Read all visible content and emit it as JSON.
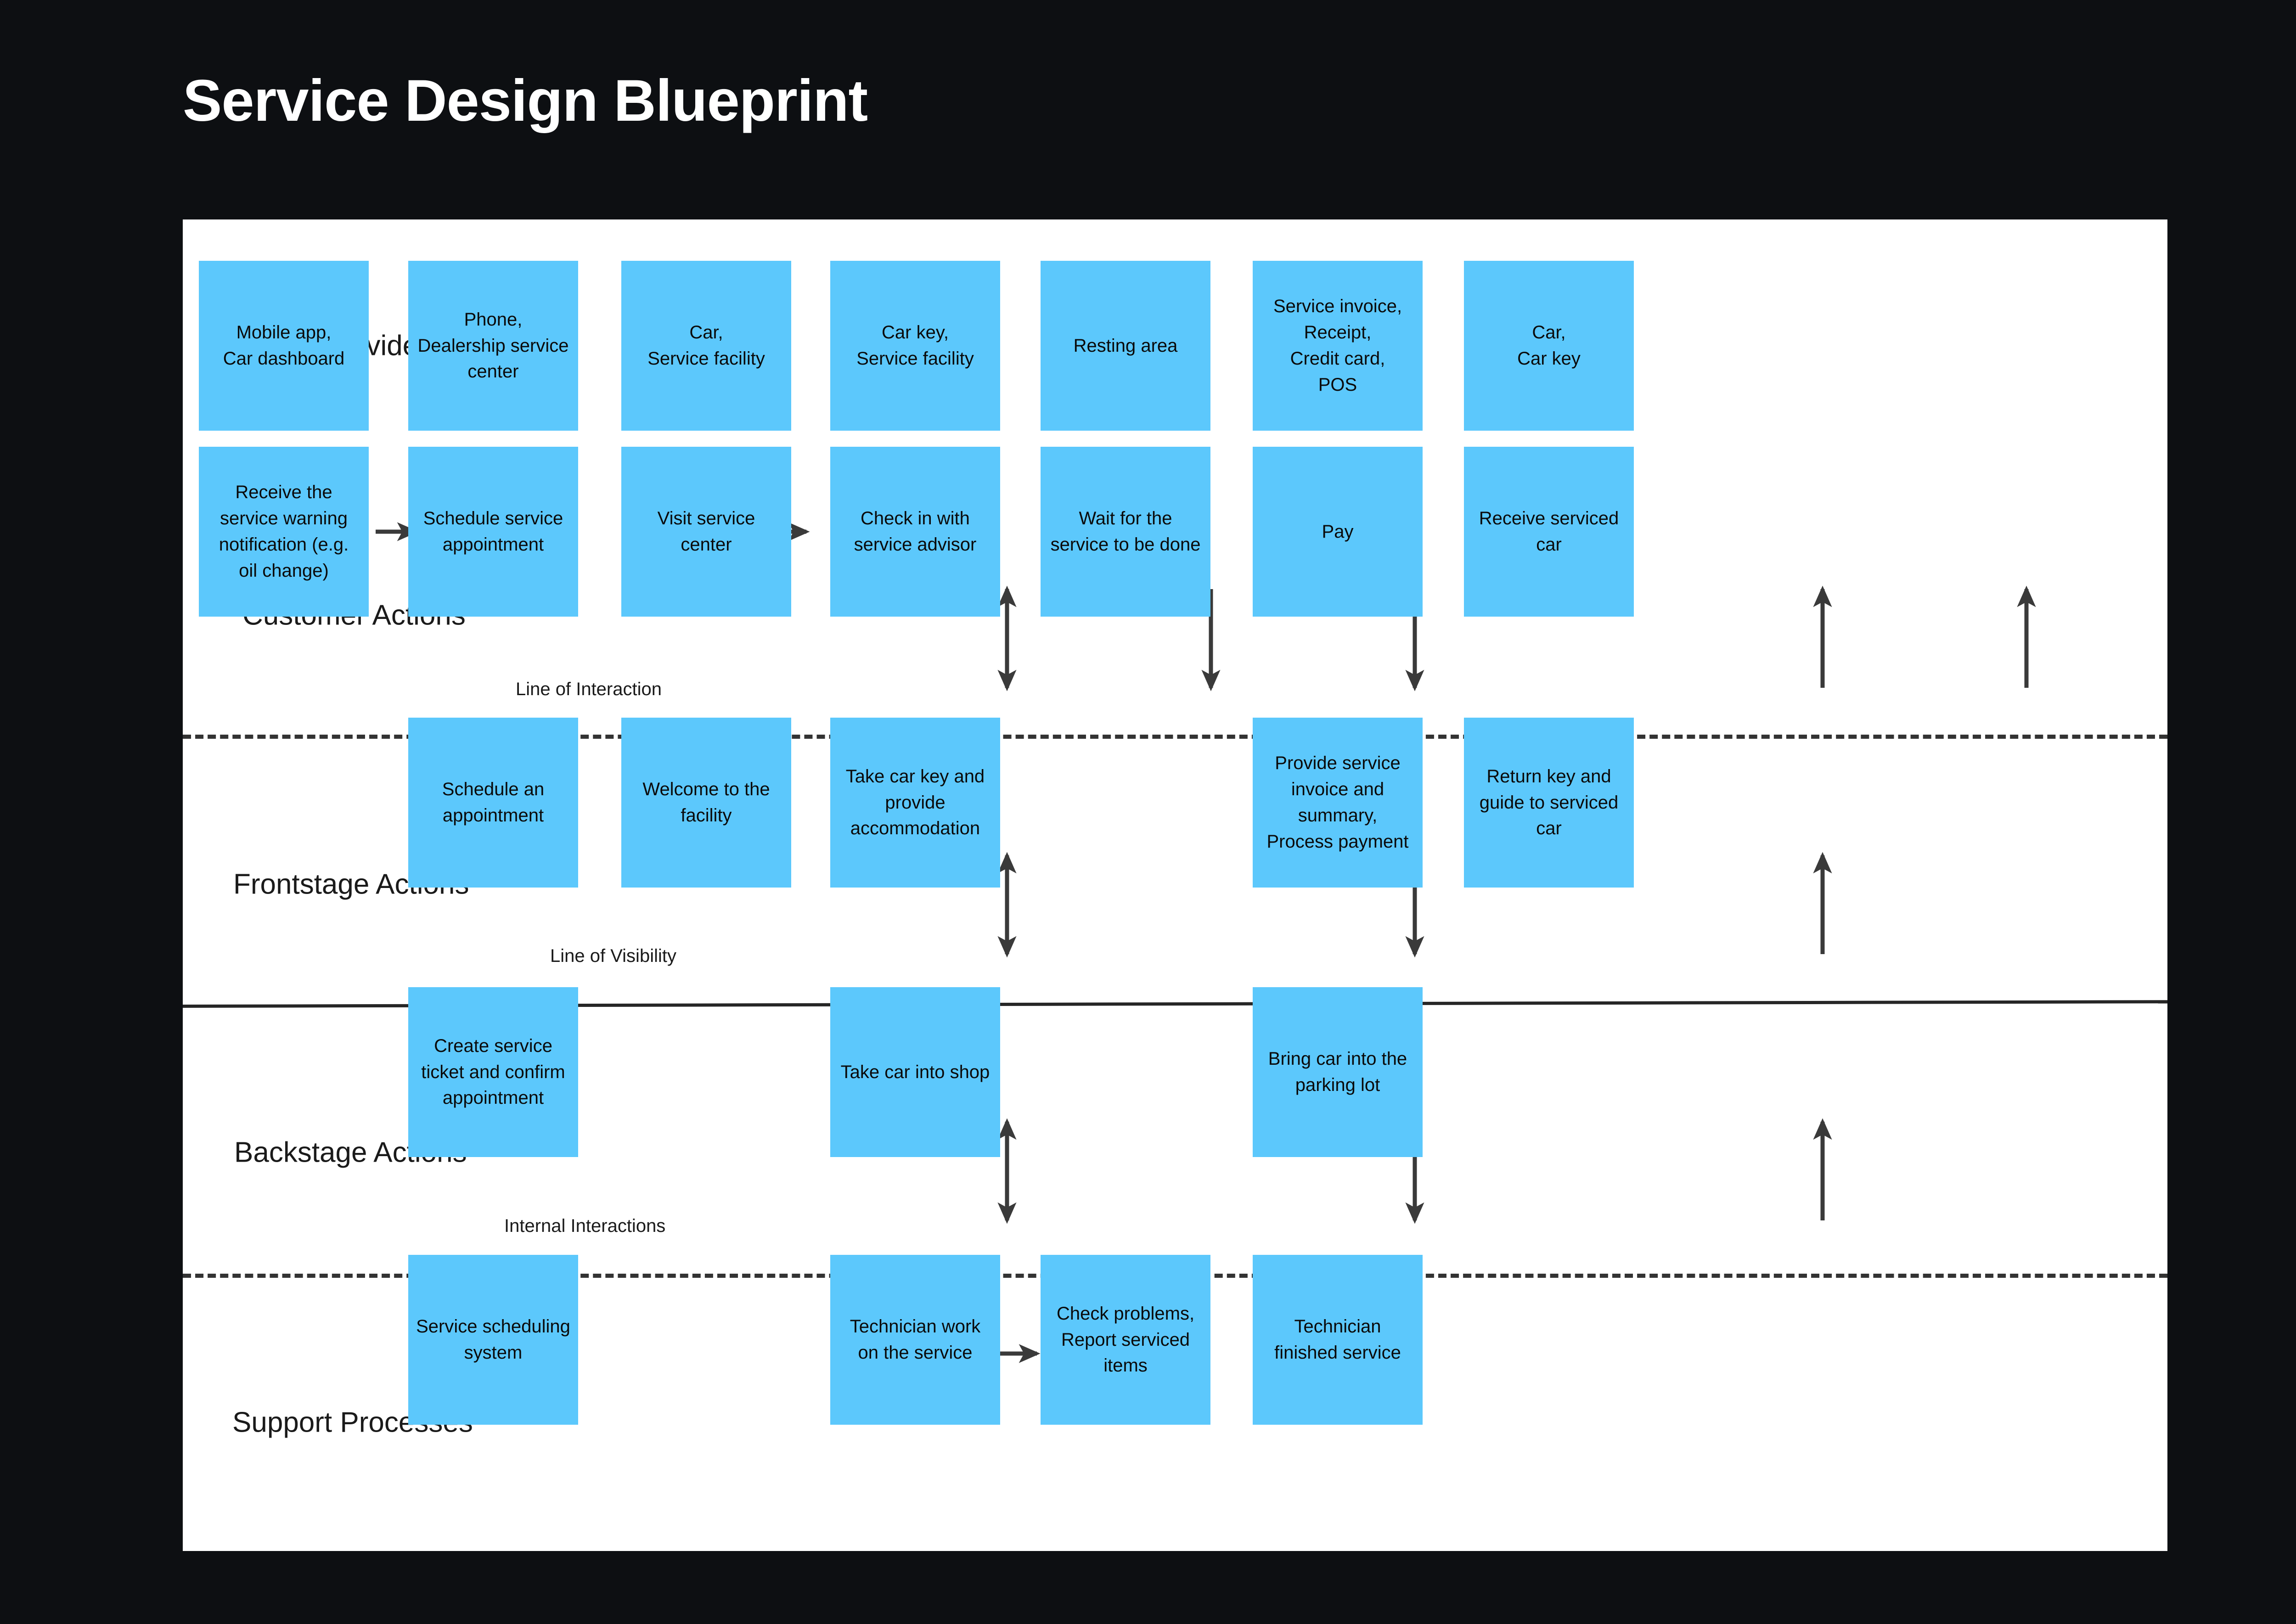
{
  "page": {
    "title": "Service Design Blueprint",
    "background_color": "#0D0F12",
    "canvas_color": "#FFFFFF",
    "box_color": "#5CC8FC",
    "connector_color": "#3A3A3A"
  },
  "rows": [
    {
      "id": "physical-evidences",
      "label": "Physical Evidences"
    },
    {
      "id": "customer-actions",
      "label": "Customer Actions"
    },
    {
      "id": "frontstage-actions",
      "label": "Frontstage Actions"
    },
    {
      "id": "backstage-actions",
      "label": "Backstage Actions"
    },
    {
      "id": "support-processes",
      "label": "Support Processes"
    }
  ],
  "separators": [
    {
      "id": "line-of-interaction",
      "label": "Line of Interaction",
      "style": "dashed"
    },
    {
      "id": "line-of-visibility",
      "label": "Line of Visibility",
      "style": "solid"
    },
    {
      "id": "internal-interactions",
      "label": "Internal Interactions",
      "style": "dashed"
    }
  ],
  "physical_evidences": [
    {
      "col": 1,
      "text": "Mobile app,\nCar dashboard"
    },
    {
      "col": 2,
      "text": "Phone,\nDealership service\ncenter"
    },
    {
      "col": 3,
      "text": "Car,\nService facility"
    },
    {
      "col": 4,
      "text": "Car key,\nService facility"
    },
    {
      "col": 5,
      "text": "Resting area"
    },
    {
      "col": 6,
      "text": "Service invoice,\nReceipt,\nCredit card,\nPOS"
    },
    {
      "col": 7,
      "text": "Car,\nCar key"
    }
  ],
  "customer_actions": [
    {
      "col": 1,
      "text": "Receive the\nservice warning\nnotification (e.g.\noil change)"
    },
    {
      "col": 2,
      "text": "Schedule service\nappointment"
    },
    {
      "col": 3,
      "text": "Visit service\ncenter"
    },
    {
      "col": 4,
      "text": "Check in with\nservice advisor"
    },
    {
      "col": 5,
      "text": "Wait for the\nservice to be done"
    },
    {
      "col": 6,
      "text": "Pay"
    },
    {
      "col": 7,
      "text": "Receive serviced\ncar"
    }
  ],
  "frontstage_actions": [
    {
      "col": 2,
      "text": "Schedule an\nappointment"
    },
    {
      "col": 3,
      "text": "Welcome to the\nfacility"
    },
    {
      "col": 4,
      "text": "Take car key and\nprovide\naccommodation"
    },
    {
      "col": 6,
      "text": "Provide service\ninvoice and\nsummary,\nProcess payment"
    },
    {
      "col": 7,
      "text": "Return key and\nguide to serviced\ncar"
    }
  ],
  "backstage_actions": [
    {
      "col": 2,
      "text": "Create service\nticket and confirm\nappointment"
    },
    {
      "col": 4,
      "text": "Take car into shop"
    },
    {
      "col": 6,
      "text": "Bring car into the\nparking lot"
    }
  ],
  "support_processes": [
    {
      "col": 2,
      "text": "Service scheduling\nsystem"
    },
    {
      "col": 4,
      "text": "Technician work\non the service"
    },
    {
      "col": 5,
      "text": "Check problems,\nReport serviced\nitems"
    },
    {
      "col": 6,
      "text": "Technician\nfinished service"
    }
  ]
}
